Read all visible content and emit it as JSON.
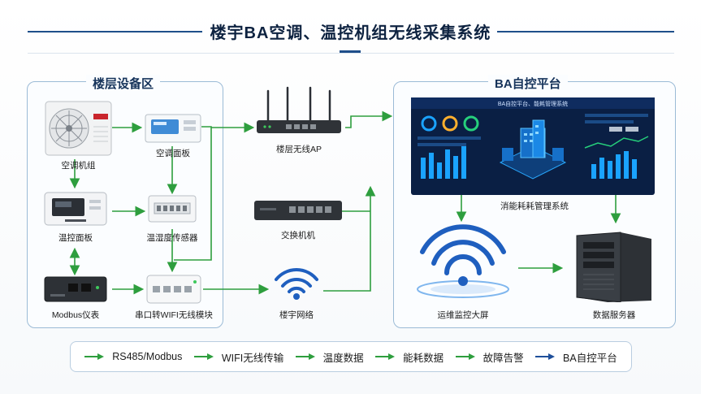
{
  "title": "楼宇BA空调、温控机组无线采集系统",
  "floor_zone": {
    "title": "楼层设备区",
    "devices": [
      {
        "label": "空调机组"
      },
      {
        "label": "空调面板"
      },
      {
        "label": "温控面板"
      },
      {
        "label": "温湿度传感器"
      },
      {
        "label": "Modbus仪表"
      },
      {
        "label": "串口转WIFI无线模块"
      }
    ]
  },
  "network": {
    "devices": [
      {
        "label": "楼层无线AP"
      },
      {
        "label": "交换机机"
      },
      {
        "label": "楼宇网络"
      }
    ]
  },
  "ba_platform": {
    "title": "BA自控平台",
    "dashboard_caption": "BA自控平台、能耗管理系统",
    "devices": [
      {
        "label": "消能耗耗管理系统"
      },
      {
        "label": "运维监控大屏"
      },
      {
        "label": "数据服务器"
      }
    ]
  },
  "legend": [
    {
      "label": "RS485/Modbus",
      "color": "#2e9e3e"
    },
    {
      "label": "WIFI无线传输",
      "color": "#2e9e3e"
    },
    {
      "label": "温度数据",
      "color": "#2e9e3e"
    },
    {
      "label": "能耗数据",
      "color": "#2e9e3e"
    },
    {
      "label": "故障告警",
      "color": "#2e9e3e"
    },
    {
      "label": "BA自控平台",
      "color": "#1f4f9a"
    }
  ],
  "colors": {
    "flow_green": "#2e9e3e",
    "flow_blue": "#1f4f9a",
    "header_navy": "#0d2240"
  }
}
